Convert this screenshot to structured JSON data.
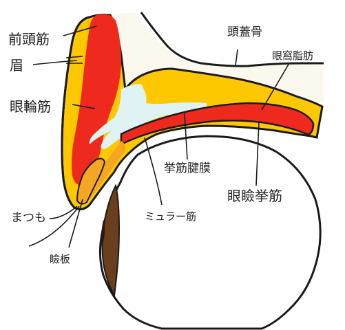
{
  "colors": {
    "skull": "#fbf8ee",
    "fat": "#fdc800",
    "muscle_red": "#ee2a1f",
    "tarsus_orange": "#f5a623",
    "tendon": "#dff3f4",
    "eyeball": "#ffffff",
    "iris": "#6b3f1d",
    "outline": "#1a1a1a"
  },
  "labels": {
    "frontalis": "前頭筋",
    "eyebrow": "眉",
    "orbicularis": "眼輪筋",
    "skull": "頭蓋骨",
    "orbital_fat": "眼窩脂肪",
    "aponeurosis": "挙筋腱膜",
    "levator": "眼瞼挙筋",
    "muller": "ミュラー筋",
    "eyelash": "まつも",
    "tarsus": "瞼板"
  },
  "icons": {
    "eyeball": "eyeball-icon",
    "iris": "iris-icon"
  }
}
